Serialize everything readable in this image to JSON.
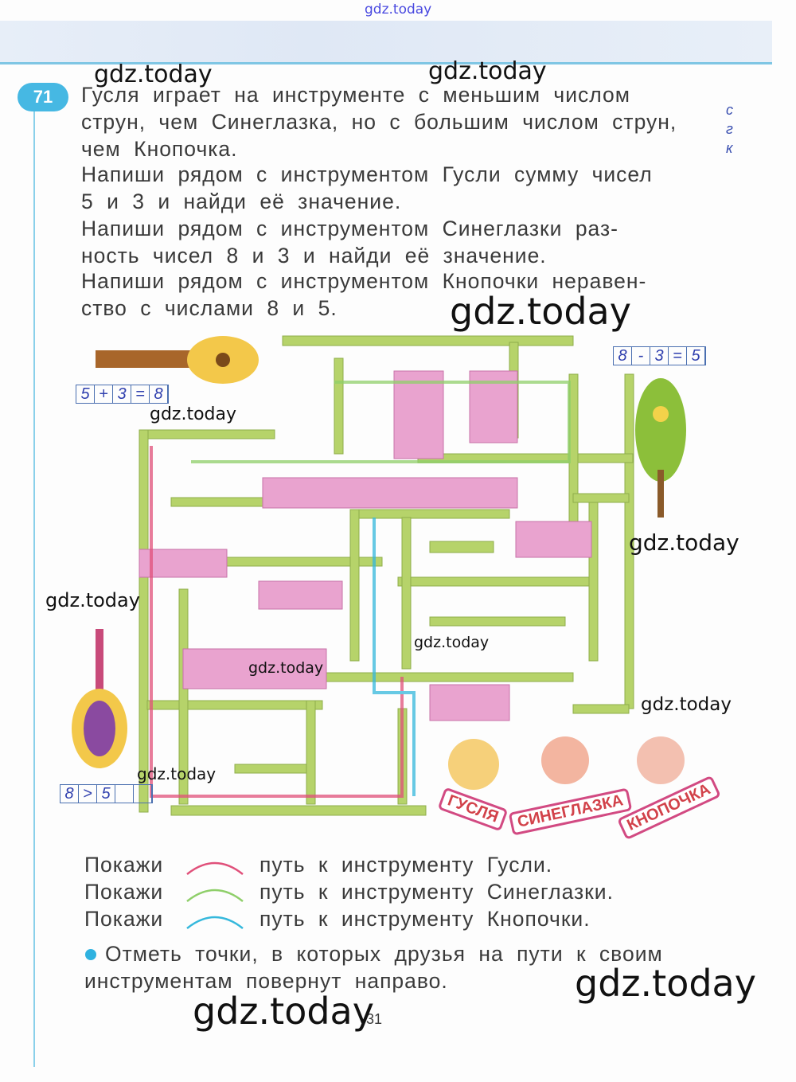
{
  "exercise_number": "71",
  "task_lines": [
    "Гусля играет на инструменте с меньшим числом",
    "струн, чем Синеглазка, но с большим числом струн,",
    "чем Кнопочка.",
    "Напиши рядом с инструментом Гусли сумму чисел",
    "5 и 3 и найди её значение.",
    "Напиши рядом с инструментом Синеглазки раз-",
    "ность чисел 8 и 3 и найди её значение.",
    "Напиши рядом с инструментом Кнопочки неравен-",
    "ство с числами 8 и 5."
  ],
  "margin_notes": [
    "с",
    "г",
    "к"
  ],
  "answers": {
    "gusli": [
      "5",
      "+",
      "3",
      "=",
      "8"
    ],
    "sineglazka": [
      "8",
      "-",
      "3",
      "=",
      "5"
    ],
    "knopochka": [
      "8",
      ">",
      "5",
      "",
      ""
    ]
  },
  "characters": [
    "ГУСЛЯ",
    "СИНЕГЛАЗКА",
    "КНОПОЧКА"
  ],
  "legend": [
    {
      "show": "Покажи",
      "text": "путь к инструменту Гусли.",
      "color": "#e0507a"
    },
    {
      "show": "Покажи",
      "text": "путь к инструменту Синеглазки.",
      "color": "#8fcf6a"
    },
    {
      "show": "Покажи",
      "text": "путь к инструменту Кнопочки.",
      "color": "#35b8dc"
    }
  ],
  "extra_task": [
    "Отметь точки, в которых друзья на пути к своим",
    "инструментам повернут направо."
  ],
  "page_number": "31",
  "watermark": "gdz.today"
}
